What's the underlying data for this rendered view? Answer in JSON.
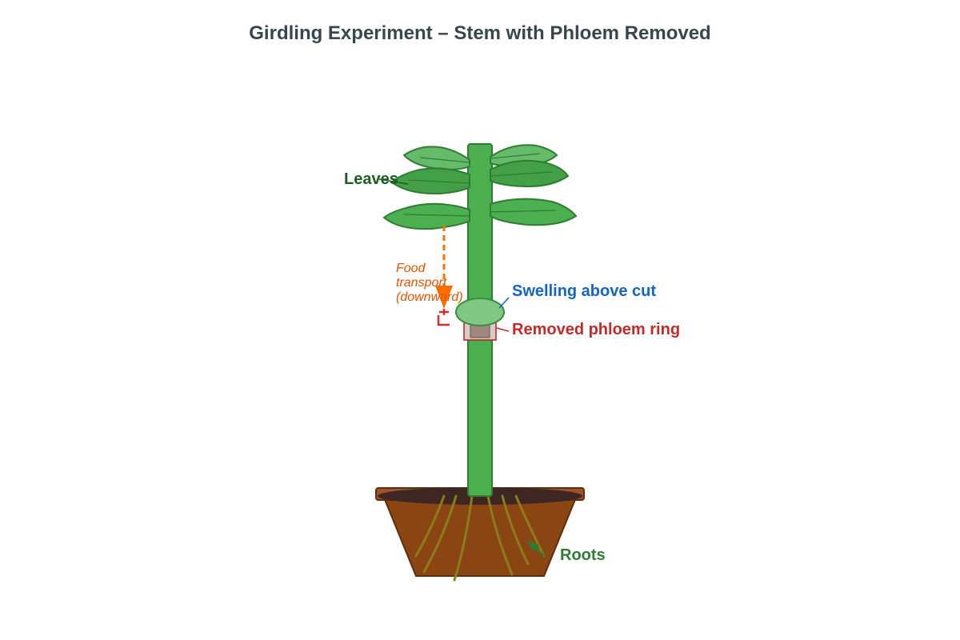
{
  "title": "Girdling Experiment – Stem with Phloem Removed",
  "labels": {
    "leaves": "Leaves",
    "food_line1": "Food",
    "food_line2": "transport",
    "food_line3": "(downward)",
    "swelling": "Swelling above cut",
    "removed_ring": "Removed phloem ring",
    "roots": "Roots"
  },
  "colors": {
    "stem": "#4caf50",
    "stem_stroke": "#2e7d32",
    "leaf_light": "#66bb6a",
    "leaf_dark": "#43a047",
    "swelling": "#81c784",
    "ring": "#a1887f",
    "ring_stroke": "#b71c1c",
    "pot": "#8b4513",
    "soil": "#3e2723",
    "roots": "#8b7d1a",
    "arrow": "#ff6f00",
    "leaves_label": "#1b5e20",
    "food_label": "#e65100",
    "swelling_label": "#1565c0",
    "removed_label": "#c62828",
    "roots_label": "#2e7d32"
  }
}
